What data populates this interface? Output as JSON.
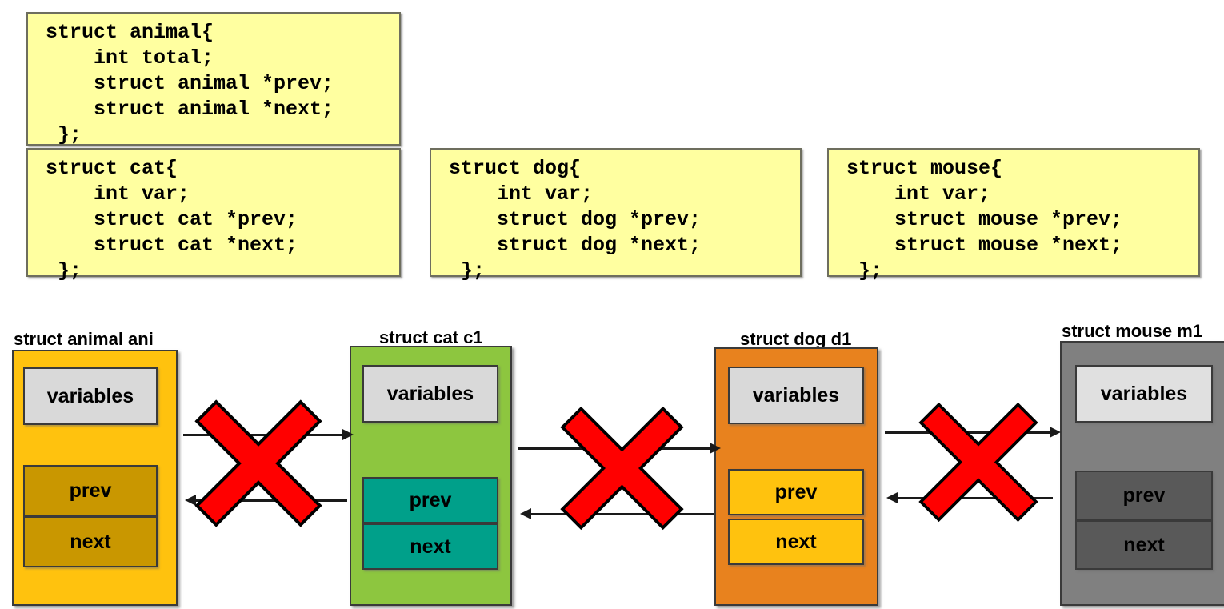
{
  "code_boxes": [
    {
      "name": "struct-animal",
      "code": "struct animal{\n    int total;\n    struct animal *prev;\n    struct animal *next;\n };"
    },
    {
      "name": "struct-cat",
      "code": "struct cat{\n    int var;\n    struct cat *prev;\n    struct cat *next;\n };"
    },
    {
      "name": "struct-dog",
      "code": "struct dog{\n    int var;\n    struct dog *prev;\n    struct dog *next;\n };"
    },
    {
      "name": "struct-mouse",
      "code": "struct mouse{\n    int var;\n    struct mouse *prev;\n    struct mouse *next;\n };"
    }
  ],
  "nodes": [
    {
      "label": "struct animal ani",
      "variables": "variables",
      "prev": "prev",
      "next": "next",
      "body_color": "#FFC20E",
      "variables_color": "#d9d9d9",
      "pointer_color": "#c99700"
    },
    {
      "label": "struct cat c1",
      "variables": "variables",
      "prev": "prev",
      "next": "next",
      "body_color": "#8DC63F",
      "variables_color": "#d9d9d9",
      "pointer_color": "#00A08A"
    },
    {
      "label": "struct dog d1",
      "variables": "variables",
      "prev": "prev",
      "next": "next",
      "body_color": "#E8821E",
      "variables_color": "#d9d9d9",
      "pointer_color": "#FFC20E"
    },
    {
      "label": "struct mouse m1",
      "variables": "variables",
      "prev": "prev",
      "next": "next",
      "body_color": "#808080",
      "variables_color": "#e0e0e0",
      "pointer_color": "#595959"
    }
  ],
  "connections": [
    {
      "from": "struct animal ani",
      "to": "struct cat c1",
      "blocked": true,
      "marker": "red-x"
    },
    {
      "from": "struct cat c1",
      "to": "struct dog d1",
      "blocked": true,
      "marker": "red-x"
    },
    {
      "from": "struct dog d1",
      "to": "struct mouse m1",
      "blocked": true,
      "marker": "red-x"
    }
  ],
  "colors": {
    "code_background": "#ffffa0",
    "code_border": "#6e6e5e",
    "x_mark": "#FF0000",
    "x_mark_outline": "#000000",
    "arrow": "#1a1a1a"
  }
}
